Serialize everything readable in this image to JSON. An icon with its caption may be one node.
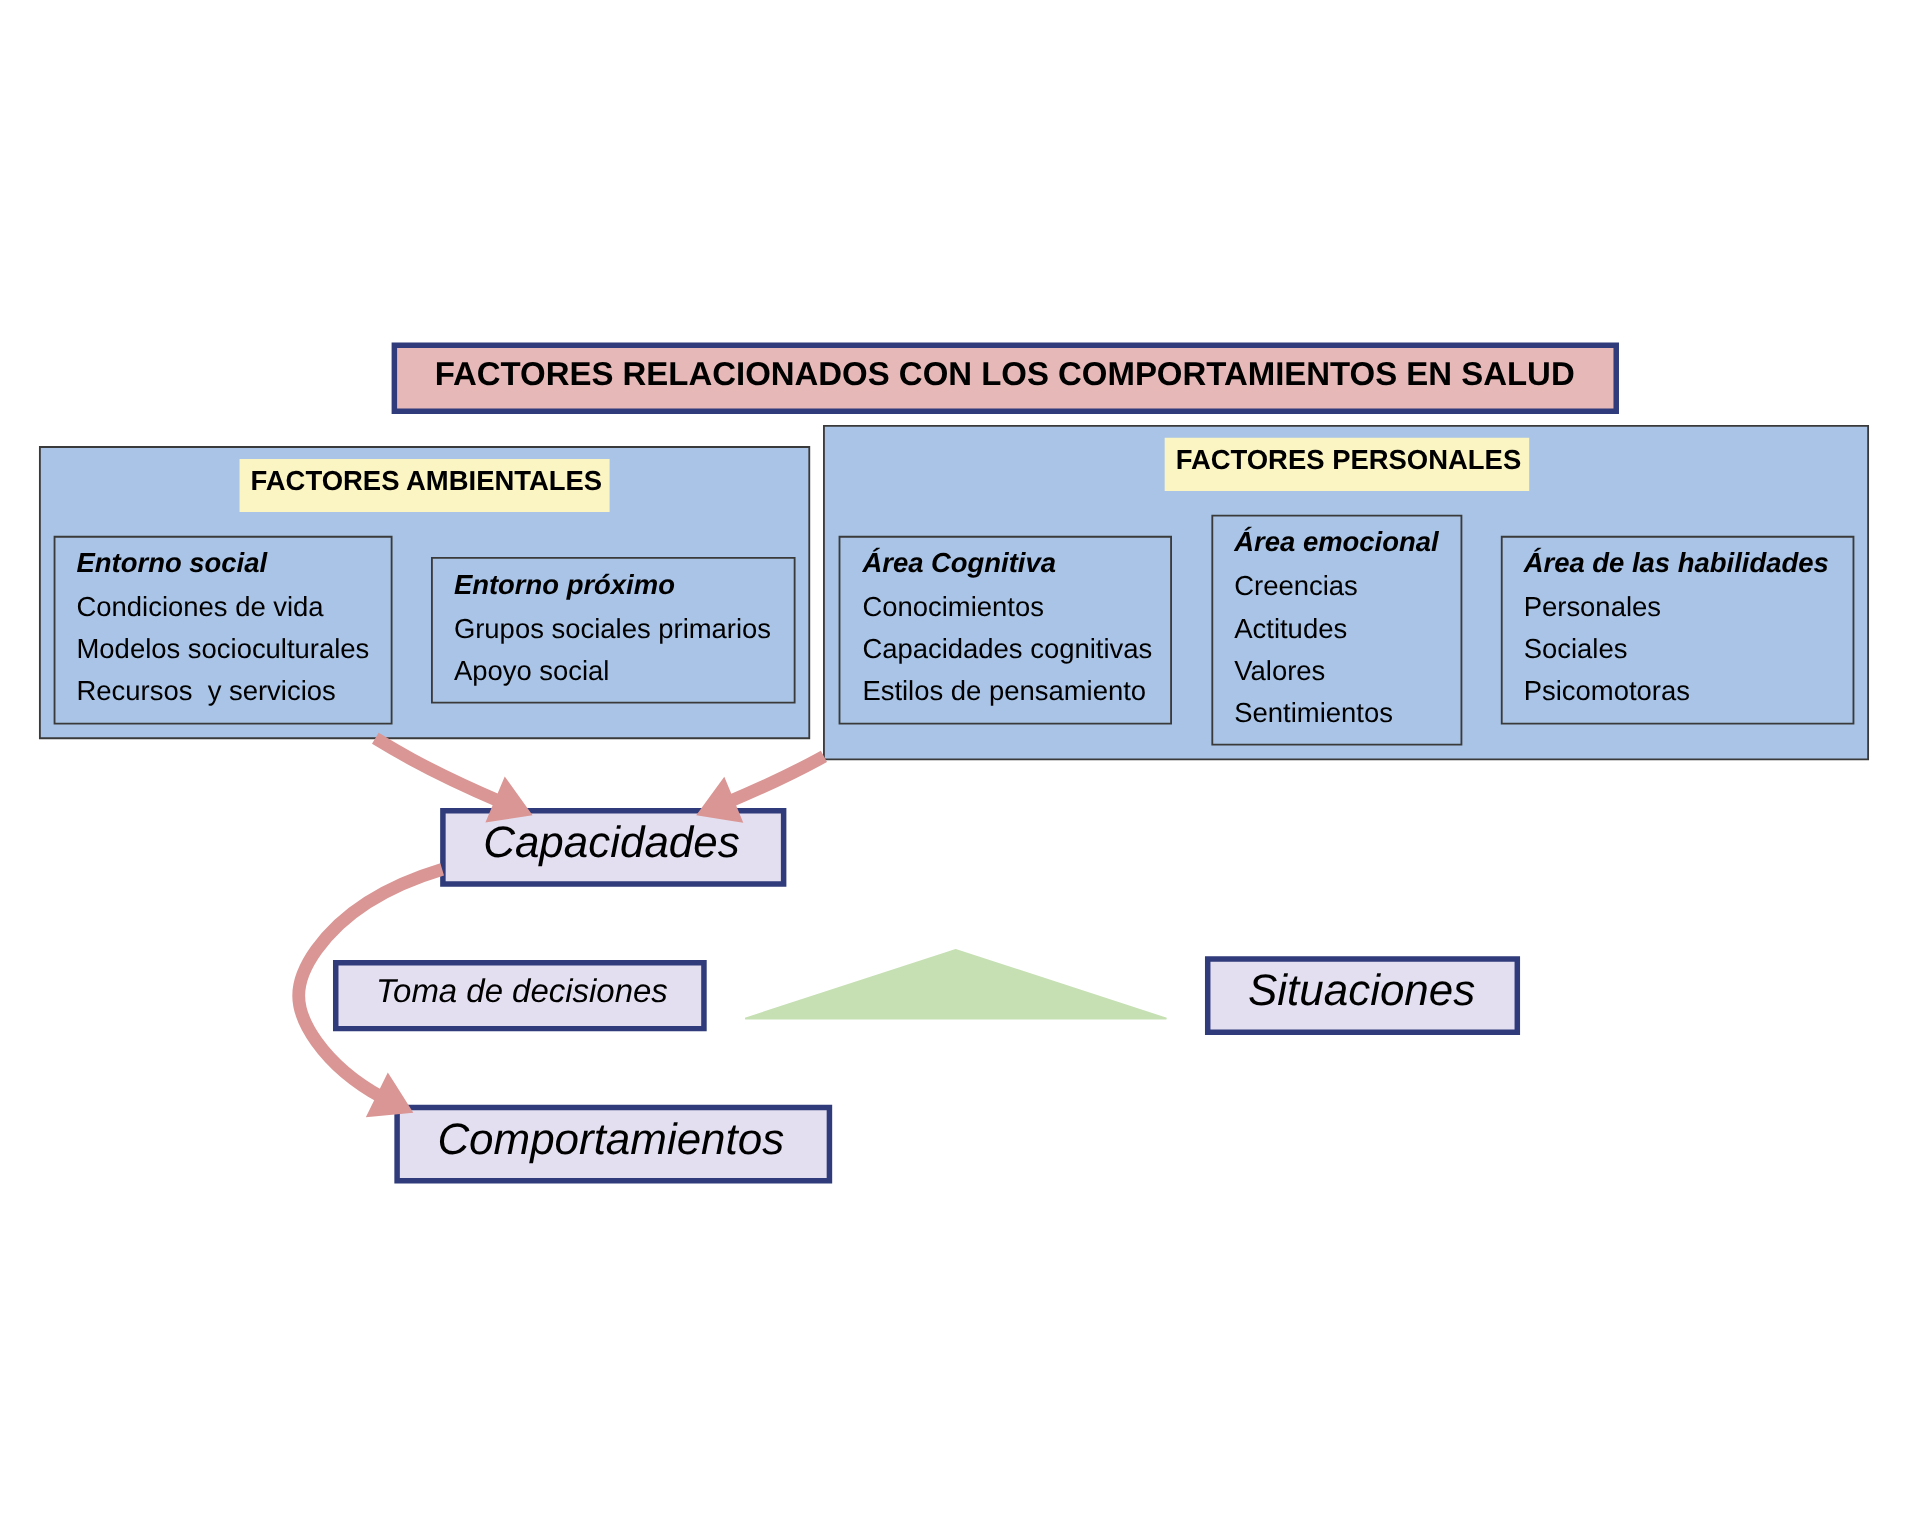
{
  "diagram": {
    "nodes": [
      {
        "text": [
          "FACTORES RELACIONADOS CON LOS COMPORTAMIENTOS EN SALUD"
        ]
      },
      {
        "text": [
          "FACTORES AMBIENTALES"
        ]
      },
      {
        "text": [
          "Entorno social",
          "Condiciones de vida",
          "Modelos socioculturales",
          "Recursos  y servicios"
        ],
        "in": 1
      },
      {
        "text": [
          "Entorno próximo",
          "Grupos sociales primarios",
          "Apoyo social"
        ],
        "in": 1
      },
      {
        "text": [
          "FACTORES PERSONALES"
        ]
      },
      {
        "text": [
          "Área Cognitiva",
          "Conocimientos",
          "Capacidades cognitivas",
          "Estilos de pensamiento"
        ],
        "in": 4
      },
      {
        "text": [
          "Área emocional",
          "Creencias",
          "Actitudes",
          "Valores",
          "Sentimientos"
        ],
        "in": 4
      },
      {
        "text": [
          "Área de las habilidades",
          "Personales",
          "Sociales",
          "Psicomotoras"
        ],
        "in": 4
      },
      {
        "text": [
          "Capacidades"
        ]
      },
      {
        "text": [
          "Toma de decisiones"
        ]
      },
      {
        "text": [],
        "shape": "triangle"
      },
      {
        "text": [
          "Situaciones"
        ]
      },
      {
        "text": [
          "Comportamientos"
        ]
      }
    ],
    "edges": [
      {
        "from": 1,
        "to": 8,
        "arrow": "to"
      },
      {
        "from": 4,
        "to": 8,
        "arrow": "to"
      },
      {
        "from": 8,
        "to": 12,
        "arrow": "to"
      }
    ]
  }
}
